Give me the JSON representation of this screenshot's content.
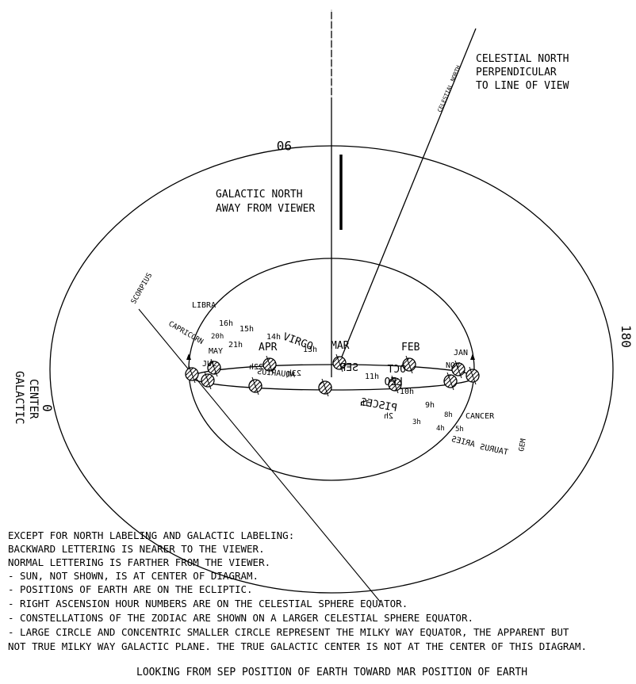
{
  "labels": {
    "celestial_north_lines": [
      "CELESTIAL NORTH",
      "PERPENDICULAR",
      "TO LINE OF VIEW"
    ],
    "celestial_north_axis": "CELESTIAL NORTH",
    "galactic_north_lines": [
      "GALACTIC NORTH",
      "AWAY FROM VIEWER"
    ],
    "galactic_center_lines": [
      "GALACTIC",
      "CENTER"
    ],
    "deg_0": "0",
    "deg_90": "90",
    "deg_180": "180"
  },
  "months": {
    "mar": "MAR",
    "feb": "FEB",
    "apr": "APR",
    "may": "MAY",
    "jan": "JAN",
    "nov": "NOV",
    "jul": "JUL",
    "sep": "SEP",
    "oct": "OCT"
  },
  "constellations": {
    "libra": "LIBRA",
    "virgo": "VIRGO",
    "capricorn": "CAPRICORN",
    "cancer": "CANCER",
    "taurus": "TAURUS",
    "aries": "ARIES",
    "pisces": "PISCES",
    "leo": "LEO",
    "aquarius": "AQUARIUS",
    "scorpius": "SCORPIUS"
  },
  "hours": {
    "h16": "16h",
    "h15": "15h",
    "h14": "14h",
    "h13": "13h",
    "h20": "20h",
    "h21": "21h",
    "h11": "11h",
    "h10": "10h",
    "h9": "9h",
    "h8": "8h",
    "h5": "5h",
    "h4": "4h",
    "h3": "3h",
    "h2": "2h",
    "h22": "22h",
    "h23": "23h"
  },
  "notes": [
    "EXCEPT FOR NORTH LABELING AND GALACTIC LABELING:",
    "BACKWARD LETTERING IS NEARER TO THE VIEWER.",
    "NORMAL LETTERING IS FARTHER FROM THE VIEWER.",
    "- SUN, NOT SHOWN, IS AT CENTER OF DIAGRAM.",
    "- POSITIONS OF EARTH ARE ON THE ECLIPTIC.",
    "- RIGHT ASCENSION HOUR NUMBERS ARE ON THE CELESTIAL SPHERE EQUATOR.",
    "- CONSTELLATIONS OF THE ZODIAC ARE SHOWN ON A LARGER CELESTIAL SPHERE EQUATOR.",
    "- LARGE CIRCLE AND CONCENTRIC SMALLER CIRCLE REPRESENT THE MILKY WAY EQUATOR, THE APPARENT BUT",
    "NOT TRUE MILKY WAY GALACTIC PLANE. THE TRUE GALACTIC CENTER IS NOT AT THE CENTER OF THIS DIAGRAM."
  ],
  "caption": "LOOKING FROM SEP POSITION OF EARTH TOWARD MAR POSITION OF EARTH"
}
